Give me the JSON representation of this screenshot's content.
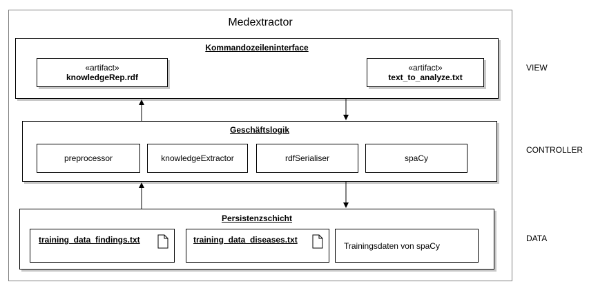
{
  "diagram": {
    "title": "Medextractor",
    "layers": {
      "view": {
        "title": "Kommandozeileninterface",
        "side_label": "VIEW",
        "artifacts": [
          {
            "stereotype": "«artifact»",
            "name": "knowledgeRep.rdf"
          },
          {
            "stereotype": "«artifact»",
            "name": "text_to_analyze.txt"
          }
        ]
      },
      "controller": {
        "title": "Geschäftslogik",
        "side_label": "CONTROLLER",
        "components": [
          "preprocessor",
          "knowledgeExtractor",
          "rdfSerialiser",
          "spaCy"
        ]
      },
      "data": {
        "title": "Persistenzschicht",
        "side_label": "DATA",
        "files": [
          "training_data_findings.txt",
          "training_data_diseases.txt"
        ],
        "other": "Trainingsdaten von spaCy"
      }
    }
  }
}
